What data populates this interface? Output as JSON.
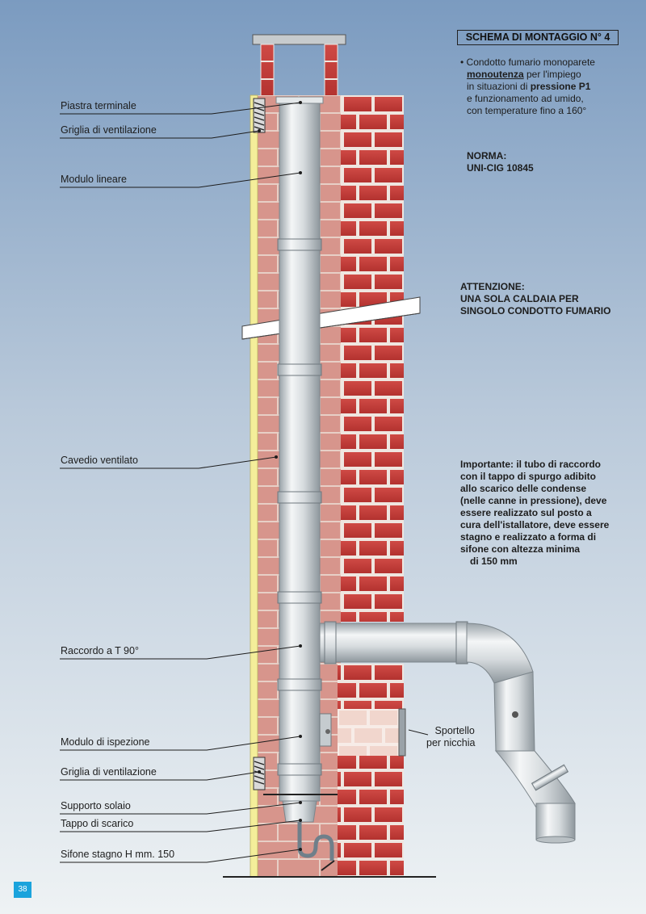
{
  "title": "SCHEMA DI MONTAGGIO N° 4",
  "description": {
    "bullet": "•",
    "line1": "Condotto fumario monoparete",
    "line2_bold": "monoutenza",
    "line2_rest": " per l'impiego",
    "line3_start": "in situazioni di ",
    "line3_bold": "pressione P1",
    "line4": "e funzionamento ad umido,",
    "line5": "con temperature fino a 160°"
  },
  "norma": {
    "line1": "NORMA:",
    "line2": "UNI-CIG 10845"
  },
  "attenzione": {
    "line1": "ATTENZIONE:",
    "line2": "UNA SOLA CALDAIA PER",
    "line3": "SINGOLO CONDOTTO FUMARIO"
  },
  "importante": {
    "lines": [
      "Importante: il tubo di raccordo",
      "con il tappo di spurgo adibito",
      "allo scarico delle condense",
      "(nelle canne in pressione), deve",
      "essere realizzato sul posto a",
      "cura dell'istallatore, deve essere",
      "stagno e realizzato a forma di",
      "sifone con altezza minima",
      "di 150 mm"
    ]
  },
  "labels": {
    "piastra_terminale": "Piastra terminale",
    "griglia_top": "Griglia di ventilazione",
    "modulo_lineare": "Modulo lineare",
    "cavedio_ventilato": "Cavedio ventilato",
    "raccordo_t": "Raccordo a T 90°",
    "modulo_ispezione": "Modulo di ispezione",
    "griglia_bottom": "Griglia di ventilazione",
    "supporto_solaio": "Supporto solaio",
    "tappo_scarico": "Tappo di scarico",
    "sifone": "Sifone stagno H mm. 150",
    "sportello_line1": "Sportello",
    "sportello_line2": "per nicchia"
  },
  "page_number": "38",
  "colors": {
    "sky_top": "#7b9bc0",
    "sky_bottom": "#e8eef2",
    "brick": "#c8413e",
    "brick_shade": "#a9312f",
    "mortar": "#efe6e0",
    "inner_wall": "#d99a91",
    "pipe_light": "#eef1f3",
    "pipe_dark": "#a8b1b7",
    "insulation": "#f4ee9a",
    "accent": "#1aa3dc"
  }
}
